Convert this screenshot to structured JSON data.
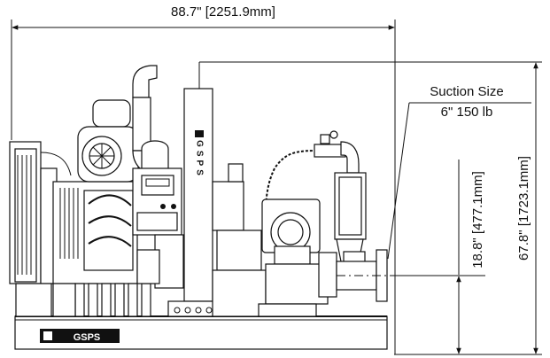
{
  "dimensions": {
    "width_label": "88.7\" [2251.9mm]",
    "height_label": "67.8\" [1723.1mm]",
    "suction_height_label": "18.8\" [477.1mm]"
  },
  "callout": {
    "title": "Suction Size",
    "value": "6\" 150 lb"
  },
  "branding": {
    "base_logo": "GSPS",
    "panel_logo": "GSPS"
  },
  "colors": {
    "line": "#111111",
    "background": "#ffffff"
  }
}
